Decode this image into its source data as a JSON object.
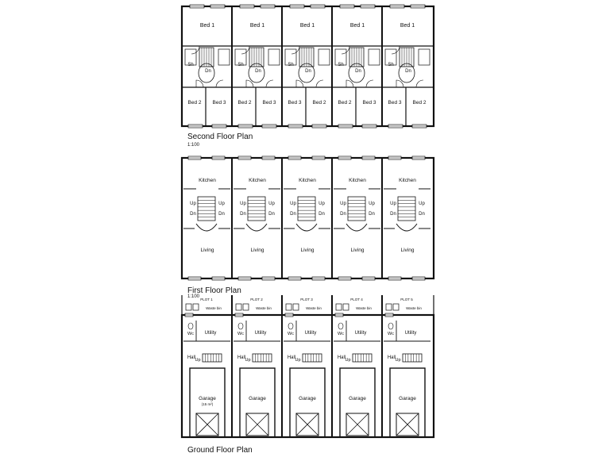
{
  "second_floor": {
    "title": "Second Floor Plan",
    "scale": "1:100",
    "bed1_label": "Bed 1",
    "bed2_label": "Bed 2",
    "bed3_label": "Bed 3",
    "shower_label": "Sh",
    "stair_label": "Dn"
  },
  "first_floor": {
    "title": "First Floor Plan",
    "scale": "1:100",
    "kitchen_label": "Kitchen",
    "living_label": "Living",
    "up_label": "Up",
    "down_label": "Dn"
  },
  "ground_floor": {
    "title": "Ground Floor Plan",
    "plots": [
      "PLOT 1",
      "PLOT 2",
      "PLOT 3",
      "PLOT 4",
      "PLOT 5"
    ],
    "waste_label": "Waste bin",
    "utility_label": "Utility",
    "wc_label": "Wc",
    "hall_label": "Hall",
    "garage_label": "Garage",
    "garage_note": "(15 m²)",
    "up_label": "Up"
  }
}
